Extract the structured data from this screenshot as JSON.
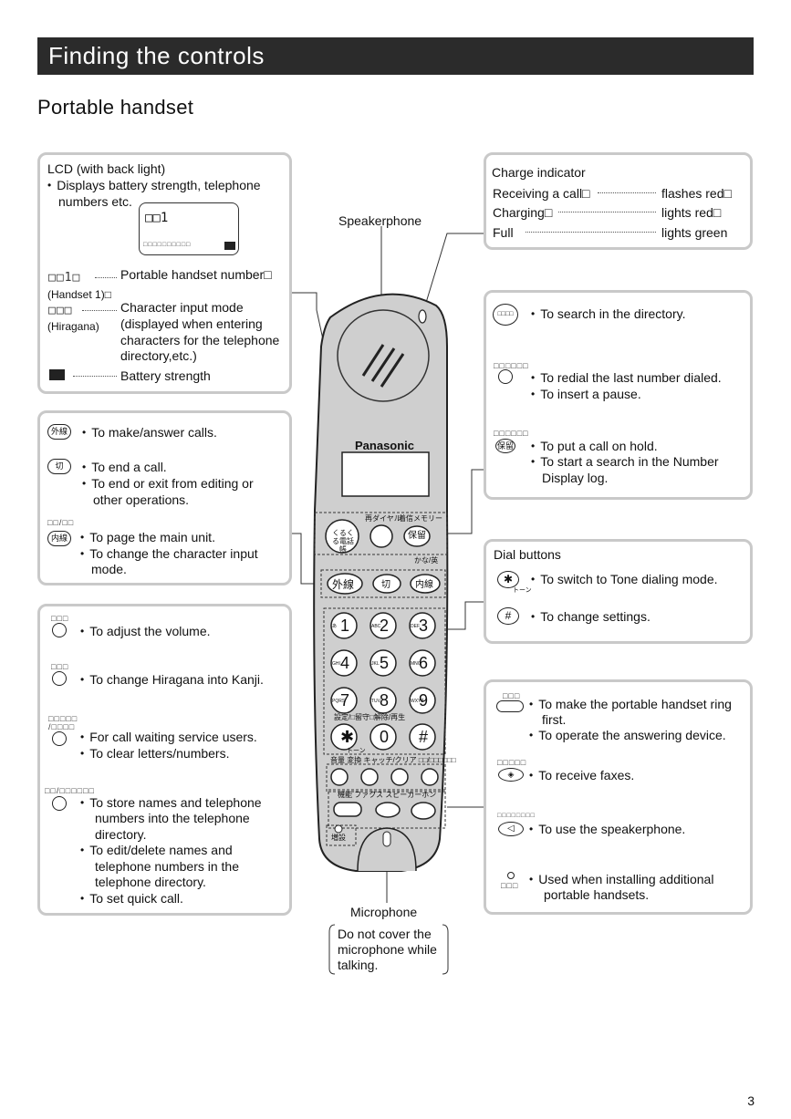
{
  "header": {
    "title": "Finding the controls"
  },
  "subtitle": "Portable handset",
  "lcd_box": {
    "title": "LCD (with back light)",
    "desc1": "Displays battery strength, telephone",
    "desc2": "numbers etc.",
    "screen_text": "□□1",
    "screen_small": "□□□□□□□□□□",
    "row1_label": "□□1□",
    "row1_sub": "(Handset 1)□",
    "row1_desc": "Portable handset number□",
    "row2_label": "□□□",
    "row2_sub": "(Hiragana)",
    "row2_desc1": "Character input mode",
    "row2_desc2": "(displayed when entering",
    "row2_desc3": "characters for the telephone",
    "row2_desc4": "directory,etc.)",
    "row3_desc": "Battery strength"
  },
  "call_box": {
    "icon1": "外線",
    "item1": "To make/answer calls.",
    "icon2": "切",
    "item2a": "To end a call.",
    "item2b1": "To end or exit from editing or",
    "item2b2": "other operations.",
    "glyph3": "□□/□□",
    "icon3": "内線",
    "item3a": "To page the main unit.",
    "item3b1": "To change the character input",
    "item3b2": "mode."
  },
  "left_bottom_box": {
    "glyph1": "□□□",
    "item1": "To adjust the volume.",
    "glyph2": "□□□",
    "item2": "To change Hiragana into Kanji.",
    "glyph3a": "□□□□□",
    "glyph3b": "/□□□□",
    "item3a": "For call waiting service users.",
    "item3b": "To clear letters/numbers.",
    "glyph4": "□□/□□□□□□",
    "item4a1": "To store names and telephone",
    "item4a2": "numbers into the telephone",
    "item4a3": "directory.",
    "item4b1": "To edit/delete names and",
    "item4b2": "telephone numbers in the",
    "item4b3": "telephone directory.",
    "item4c": "To set quick call."
  },
  "charge_box": {
    "title": "Charge indicator",
    "row1_label": "Receiving a call□",
    "row1_value": "flashes red□",
    "row2_label": "Charging□",
    "row2_value": "lights red□",
    "row3_label": "Full",
    "row3_value": "lights green"
  },
  "right_mid_box": {
    "glyph1": "□□□□",
    "item1": "To search in the directory.",
    "glyph2": "□□□□□□",
    "item2a": "To redial the last number dialed.",
    "item2b": "To insert a pause.",
    "glyph3": "□□□□□□",
    "icon3": "保留",
    "item3a": "To put a call on hold.",
    "item3b1": "To start a search in the Number",
    "item3b2": "Display log."
  },
  "dial_box": {
    "title": "Dial buttons",
    "icon1": "✱",
    "icon1_sub": "トーン",
    "item1": "To switch to Tone dialing mode.",
    "icon2": "#",
    "item2": "To change settings."
  },
  "right_bottom_box": {
    "glyph1": "□□□",
    "item1a": "To make the portable handset ring",
    "item1b": "first.",
    "item1c": "To operate the answering device.",
    "glyph2": "□□□□□",
    "item2": "To receive faxes.",
    "glyph3": "□□□□□□□□",
    "item3": "To use the speakerphone.",
    "glyph4": "□□□",
    "item4a": "Used when installing additional",
    "item4b": "portable handsets."
  },
  "phone": {
    "speakerphone_label": "Speakerphone",
    "brand": "Panasonic",
    "key_redial_label": "再ダイヤル",
    "key_memory_label": "着信メモリー",
    "key_directory": "くるくる電話帳",
    "key_hold": "保留",
    "key_kana": "かな/英",
    "key_outside": "外線",
    "key_off": "切",
    "key_intercom": "内線",
    "keys": [
      {
        "num": "1",
        "sub": "あ"
      },
      {
        "num": "2",
        "sub": "ABC"
      },
      {
        "num": "3",
        "sub": "DEF"
      },
      {
        "num": "4",
        "sub": "GHI"
      },
      {
        "num": "5",
        "sub": "JKL"
      },
      {
        "num": "6",
        "sub": "MNO"
      },
      {
        "num": "7",
        "sub": "PQRS"
      },
      {
        "num": "8",
        "sub": "TUV"
      },
      {
        "num": "9",
        "sub": "WXYZ"
      },
      {
        "num": "✱",
        "sub": ""
      },
      {
        "num": "0",
        "sub": ""
      },
      {
        "num": "#",
        "sub": ""
      }
    ],
    "row_setting_label": "設定/□留守□解除/再生",
    "tone_label": "トーン",
    "func_row1": "音量 変換 キャッチ/クリア □□/□□□□□□",
    "func_row2": "機能 ファクス スピーカーホン",
    "extension_label": "増設",
    "microphone_label": "Microphone",
    "mic_note1": "Do not cover the",
    "mic_note2": "microphone while",
    "mic_note3": "talking."
  },
  "page_number": "3"
}
